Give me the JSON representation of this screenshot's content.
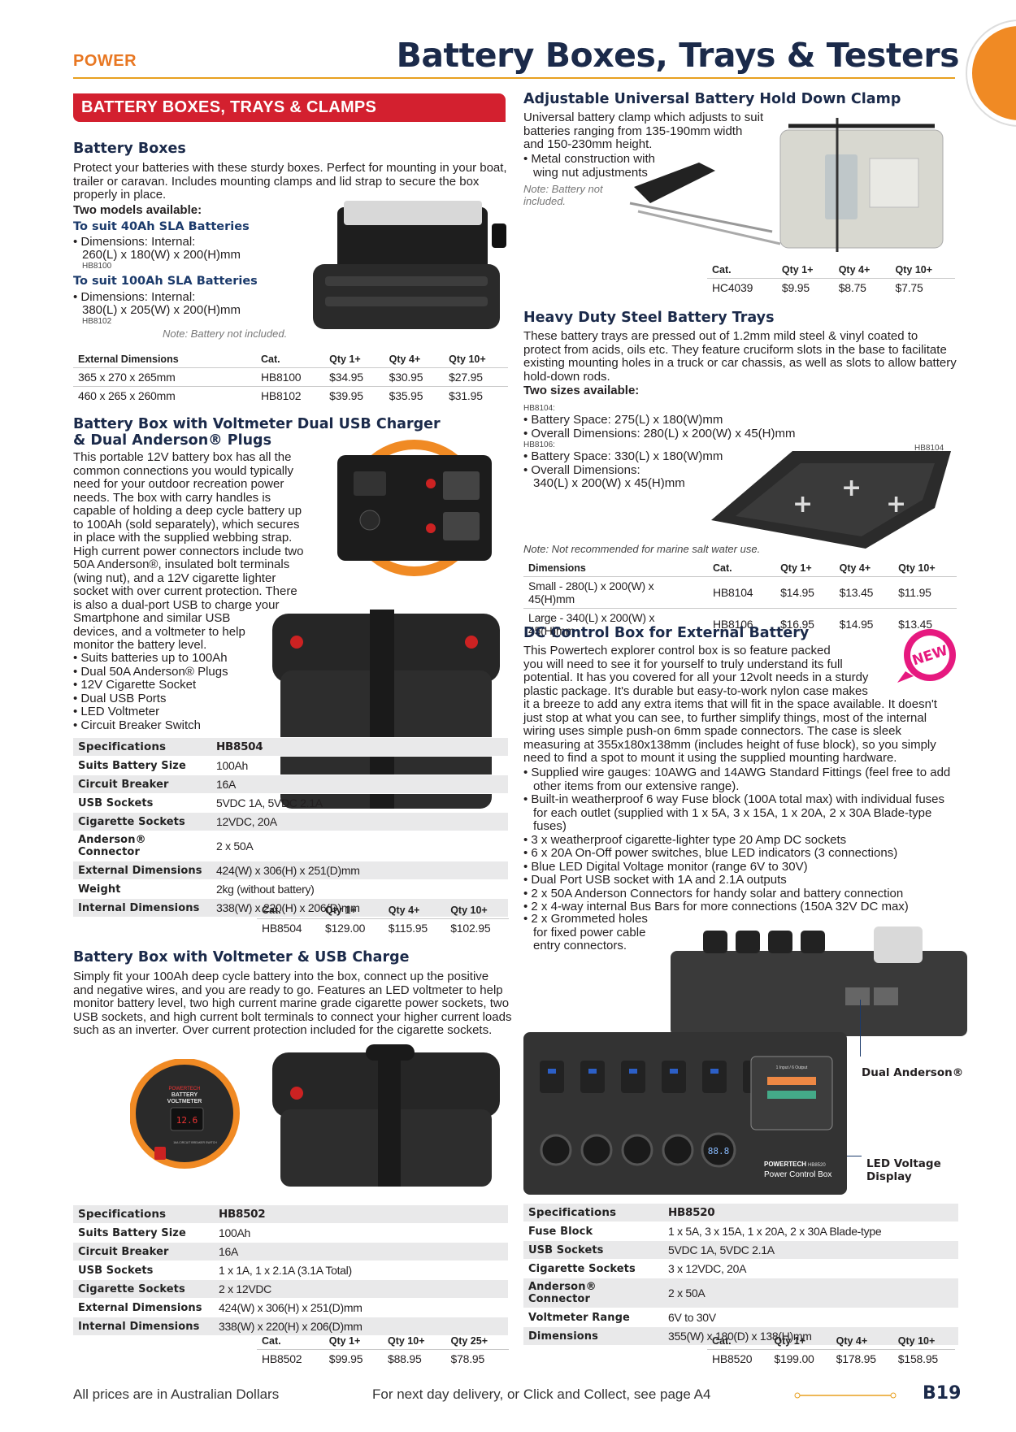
{
  "header": {
    "section": "POWER",
    "title": "Battery Boxes, Trays & Testers",
    "page": "B19"
  },
  "footer": {
    "left": "All prices are in Australian Dollars",
    "center": "For next day delivery, or Click and Collect, see page A4"
  },
  "left": {
    "banner": "BATTERY BOXES, TRAYS & CLAMPS",
    "boxes": {
      "title": "Battery Boxes",
      "desc": "Protect your batteries with these sturdy boxes. Perfect for mounting in your boat, trailer or caravan. Includes mounting clamps and lid strap to secure the box properly in place.",
      "models": "Two models available:",
      "m1": {
        "title": "To suit 40Ah SLA Batteries",
        "b1": "Dimensions: Internal:",
        "b2": "260(L) x 180(W) x 200(H)mm",
        "cat": "HB8100"
      },
      "m2": {
        "title": "To suit 100Ah SLA Batteries",
        "b1": "Dimensions: Internal:",
        "b2": "380(L) x 205(W) x 200(H)mm",
        "cat": "HB8102"
      },
      "note": "Note: Battery not included.",
      "table": {
        "h": [
          "External Dimensions",
          "Cat.",
          "Qty 1+",
          "Qty 4+",
          "Qty 10+"
        ],
        "rows": [
          [
            "365 x 270 x 265mm",
            "HB8100",
            "$34.95",
            "$30.95",
            "$27.95"
          ],
          [
            "460 x 265 x 260mm",
            "HB8102",
            "$39.95",
            "$35.95",
            "$31.95"
          ]
        ]
      }
    },
    "usb2": {
      "title1": "Battery Box with Voltmeter Dual USB Charger",
      "title2": "& Dual Anderson® Plugs",
      "desc": [
        "This portable 12V battery box has all the",
        "common connections you would typically",
        "need for your outdoor recreation power",
        "needs. The box with carry handles is",
        "capable of holding a deep cycle battery up",
        "to 100Ah (sold separately), which secures",
        "in place with the supplied webbing strap.",
        "High current power connectors include two",
        "50A Anderson®, insulated bolt terminals",
        "(wing nut), and a 12V cigarette lighter",
        "socket with over current protection. There",
        "is also a dual-port USB to charge your",
        "Smartphone and similar USB",
        "devices, and a voltmeter to help",
        "monitor the battery level."
      ],
      "bullets": [
        "Suits batteries up to 100Ah",
        "Dual 50A Anderson® Plugs",
        "12V Cigarette Socket",
        "Dual USB Ports",
        "LED Voltmeter",
        "Circuit Breaker Switch"
      ],
      "spec": [
        [
          "Specifications",
          "HB8504"
        ],
        [
          "Suits Battery Size",
          "100Ah"
        ],
        [
          "Circuit Breaker",
          "16A"
        ],
        [
          "USB Sockets",
          "5VDC 1A, 5VDC 2.1A"
        ],
        [
          "Cigarette Sockets",
          "12VDC, 20A"
        ],
        [
          "Anderson® Connector",
          "2 x 50A"
        ],
        [
          "External Dimensions",
          "424(W) x 306(H) x 251(D)mm"
        ],
        [
          "Weight",
          "2kg (without battery)"
        ],
        [
          "Internal Dimensions",
          "338(W) x 220(H) x 206(D)mm"
        ]
      ],
      "table": {
        "h": [
          "Cat.",
          "Qty 1+",
          "Qty 4+",
          "Qty 10+"
        ],
        "rows": [
          [
            "HB8504",
            "$129.00",
            "$115.95",
            "$102.95"
          ]
        ]
      }
    },
    "usb1": {
      "title": "Battery Box with Voltmeter & USB Charge",
      "desc": "Simply fit your 100Ah deep cycle battery into the box, connect up the positive and negative wires, and you are ready to go. Features an LED voltmeter to help monitor battery level, two high current marine grade cigarette power sockets, two USB sockets, and high current bolt terminals to connect your higher current loads such as an inverter. Over current protection included for the cigarette sockets.",
      "inset": {
        "brand": "POWERTECH",
        "l1": "BATTERY",
        "l2": "VOLTMETER",
        "l3": "16A CIRCUIT BREAKER SWITCH",
        "lcd": "12.6"
      },
      "spec": [
        [
          "Specifications",
          "HB8502"
        ],
        [
          "Suits Battery Size",
          "100Ah"
        ],
        [
          "Circuit Breaker",
          "16A"
        ],
        [
          "USB Sockets",
          "1 x 1A, 1 x 2.1A (3.1A Total)"
        ],
        [
          "Cigarette Sockets",
          "2 x 12VDC"
        ],
        [
          "External Dimensions",
          "424(W) x 306(H) x 251(D)mm"
        ],
        [
          "Internal Dimensions",
          "338(W) x 220(H) x 206(D)mm"
        ]
      ],
      "table": {
        "h": [
          "Cat.",
          "Qty 1+",
          "Qty 10+",
          "Qty 25+"
        ],
        "rows": [
          [
            "HB8502",
            "$99.95",
            "$88.95",
            "$78.95"
          ]
        ]
      }
    }
  },
  "right": {
    "clamp": {
      "title": "Adjustable Universal Battery Hold Down Clamp",
      "desc": [
        "Universal battery clamp which adjusts to suit",
        "batteries ranging from 135-190mm width",
        "and 150-230mm height."
      ],
      "bullets": [
        "Metal construction with wing nut adjustments"
      ],
      "note1": "Note: Battery not",
      "note2": "included.",
      "table": {
        "h": [
          "Cat.",
          "Qty 1+",
          "Qty 4+",
          "Qty 10+"
        ],
        "rows": [
          [
            "HC4039",
            "$9.95",
            "$8.75",
            "$7.75"
          ]
        ]
      }
    },
    "trays": {
      "title": "Heavy Duty Steel Battery Trays",
      "desc": "These battery trays are pressed out of 1.2mm mild steel & vinyl coated to protect from acids, oils etc. They feature cruciform slots in the base to facilitate existing mounting holes in a truck or car chassis, as well as slots to allow battery hold-down rods.",
      "sizes": "Two sizes available:",
      "c1": "HB8104:",
      "c1b": [
        "Battery Space: 275(L) x 180(W)mm",
        "Overall Dimensions: 280(L) x 200(W) x 45(H)mm"
      ],
      "c2": "HB8106:",
      "c2b": [
        "Battery Space: 330(L) x 180(W)mm",
        "Overall Dimensions:"
      ],
      "c2b2": "340(L) x 200(W) x 45(H)mm",
      "imglabel": "HB8104",
      "note": "Note: Not recommended for marine salt water use.",
      "table": {
        "h": [
          "Dimensions",
          "Cat.",
          "Qty 1+",
          "Qty 4+",
          "Qty 10+"
        ],
        "rows": [
          [
            "Small - 280(L) x 200(W) x 45(H)mm",
            "HB8104",
            "$14.95",
            "$13.45",
            "$11.95"
          ],
          [
            "Large - 340(L) x 200(W) x 45(H)mm",
            "HB8106",
            "$16.95",
            "$14.95",
            "$13.45"
          ]
        ]
      }
    },
    "dc": {
      "title": "DC Control Box for External Battery",
      "badge": "NEW",
      "desc": [
        "This Powertech explorer control box is so feature packed",
        "you will need to see it for yourself to truly understand its full",
        "potential. It has you covered for all your 12volt needs in a sturdy",
        "plastic package. It's durable but easy-to-work nylon case makes",
        "it a breeze to add any extra items that will fit in the space available. It doesn't",
        "just stop at what you can see, to further simplify things, most of the internal",
        "wiring uses simple push-on 6mm spade connectors. The case is sleek",
        "measuring at 355x180x138mm (includes height of fuse block), so you simply",
        "need to find a spot to mount it using the supplied mounting hardware."
      ],
      "bullets": [
        "Supplied wire gauges: 10AWG and 14AWG Standard Fittings (feel free to add other items from our extensive range).",
        "Built-in weatherproof 6 way Fuse block (100A total max) with individual fuses for each outlet (supplied with 1 x 5A, 3 x 15A, 1 x 20A, 2 x 30A Blade-type fuses)",
        "3 x weatherproof cigarette-lighter type 20 Amp DC sockets",
        "6 x 20A On-Off power switches, blue LED indicators (3 connections)",
        "Blue LED Digital Voltage monitor (range 6V to 30V)",
        "Dual Port USB socket with 1A and 2.1A outputs",
        "2 x 50A Anderson Connectors for handy solar and battery connection",
        "2 x 4-way internal Bus Bars for more connections (150A 32V DC max)"
      ],
      "lastbullet": [
        "2 x Grommeted holes",
        "for fixed power cable",
        "entry connectors."
      ],
      "callout1": "Dual Anderson®",
      "callout2a": "LED Voltage",
      "callout2b": "Display",
      "panel": {
        "brand": "POWERTECH",
        "model": "HB8520",
        "name": "Power Control Box",
        "lcd": "88.8",
        "fuse": "1 Input / 6 Output"
      },
      "spec": [
        [
          "Specifications",
          "HB8520"
        ],
        [
          "Fuse Block",
          "1 x 5A, 3 x 15A, 1 x 20A, 2 x 30A Blade-type"
        ],
        [
          "USB Sockets",
          "5VDC 1A, 5VDC 2.1A"
        ],
        [
          "Cigarette Sockets",
          "3 x 12VDC, 20A"
        ],
        [
          "Anderson® Connector",
          "2 x 50A"
        ],
        [
          "Voltmeter Range",
          "6V to 30V"
        ],
        [
          "Dimensions",
          "355(W) x 180(D) x 138(H)mm"
        ]
      ],
      "table": {
        "h": [
          "Cat.",
          "Qty 1+",
          "Qty 4+",
          "Qty 10+"
        ],
        "rows": [
          [
            "HB8520",
            "$199.00",
            "$178.95",
            "$158.95"
          ]
        ]
      }
    }
  },
  "colors": {
    "accent": "#e87722",
    "navy": "#1b2a4a",
    "red": "#d3202f",
    "badge": "#e6197f"
  }
}
